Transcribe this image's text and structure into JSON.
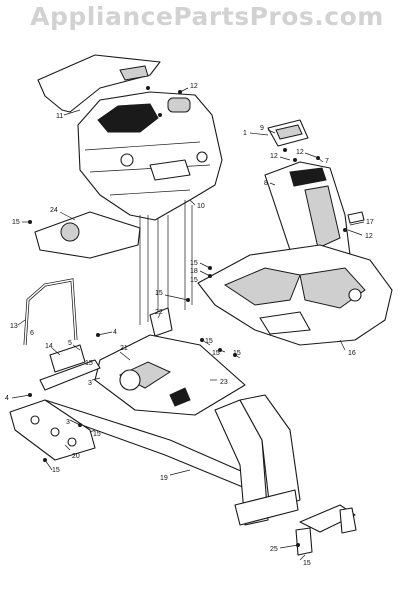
{
  "watermark": "AppliancePartsPros.com",
  "callouts": [
    {
      "id": "c1",
      "label": "1"
    },
    {
      "id": "c2",
      "label": "9"
    },
    {
      "id": "c3",
      "label": "12"
    },
    {
      "id": "c4",
      "label": "12"
    },
    {
      "id": "c5",
      "label": "7"
    },
    {
      "id": "c6",
      "label": "8"
    },
    {
      "id": "c7",
      "label": "17"
    },
    {
      "id": "c8",
      "label": "12"
    },
    {
      "id": "c9",
      "label": "12"
    },
    {
      "id": "c10",
      "label": "11"
    },
    {
      "id": "c11",
      "label": "10"
    },
    {
      "id": "c12",
      "label": "24"
    },
    {
      "id": "c13",
      "label": "15"
    },
    {
      "id": "c14",
      "label": "15"
    },
    {
      "id": "c15",
      "label": "18"
    },
    {
      "id": "c16",
      "label": "15"
    },
    {
      "id": "c17",
      "label": "16"
    },
    {
      "id": "c18",
      "label": "15"
    },
    {
      "id": "c19",
      "label": "22"
    },
    {
      "id": "c20",
      "label": "13"
    },
    {
      "id": "c21",
      "label": "4"
    },
    {
      "id": "c22",
      "label": "14"
    },
    {
      "id": "c23",
      "label": "5"
    },
    {
      "id": "c24",
      "label": "21"
    },
    {
      "id": "c25",
      "label": "15"
    },
    {
      "id": "c26",
      "label": "15"
    },
    {
      "id": "c27",
      "label": "15"
    },
    {
      "id": "c28",
      "label": "15"
    },
    {
      "id": "c29",
      "label": "23"
    },
    {
      "id": "c30",
      "label": "3"
    },
    {
      "id": "c31",
      "label": "4"
    },
    {
      "id": "c32",
      "label": "3"
    },
    {
      "id": "c33",
      "label": "15"
    },
    {
      "id": "c34",
      "label": "20"
    },
    {
      "id": "c35",
      "label": "15"
    },
    {
      "id": "c36",
      "label": "19"
    },
    {
      "id": "c37",
      "label": "25"
    },
    {
      "id": "c38",
      "label": "15"
    },
    {
      "id": "c39",
      "label": "6"
    }
  ]
}
